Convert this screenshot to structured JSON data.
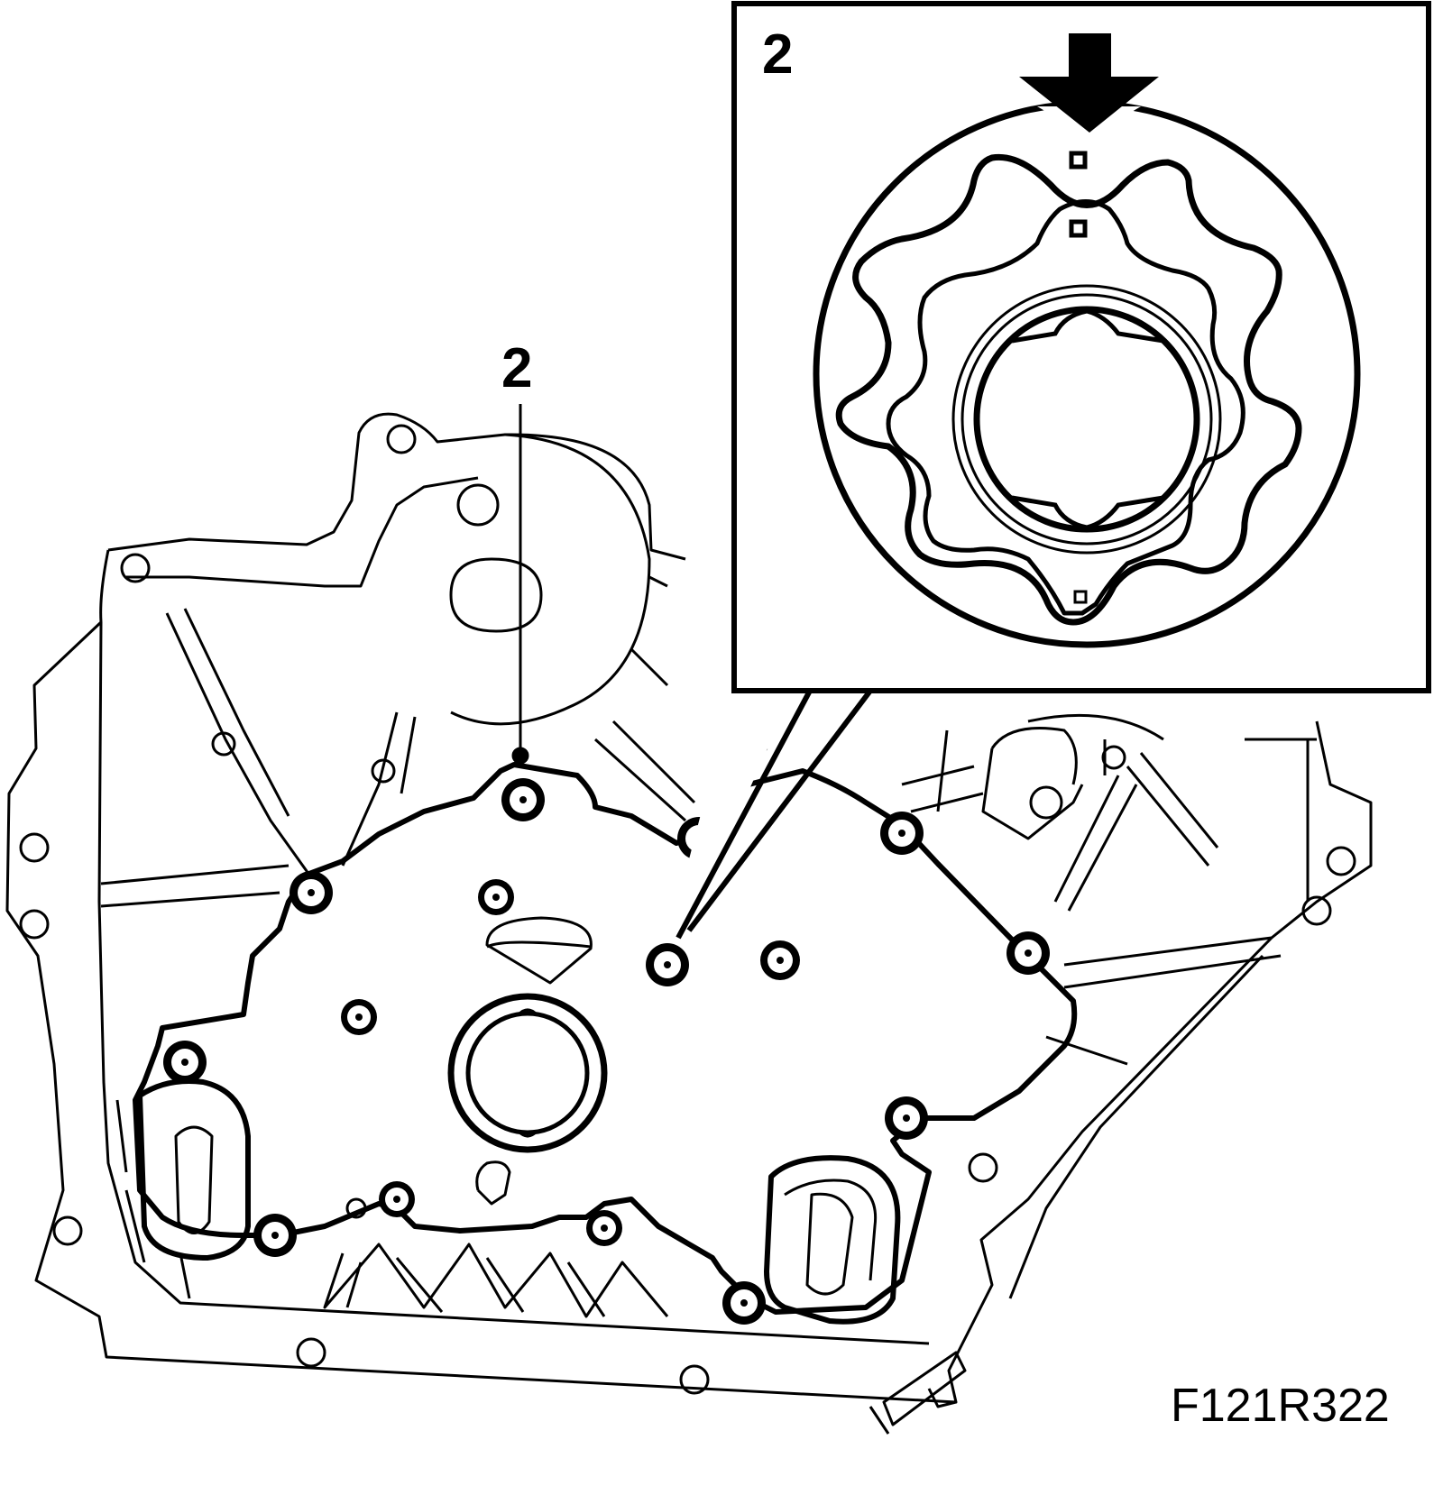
{
  "callouts": {
    "main_label": "2",
    "inset_label": "2"
  },
  "figure_code": "F121R322",
  "colors": {
    "ink": "#000000",
    "paper": "#ffffff"
  }
}
